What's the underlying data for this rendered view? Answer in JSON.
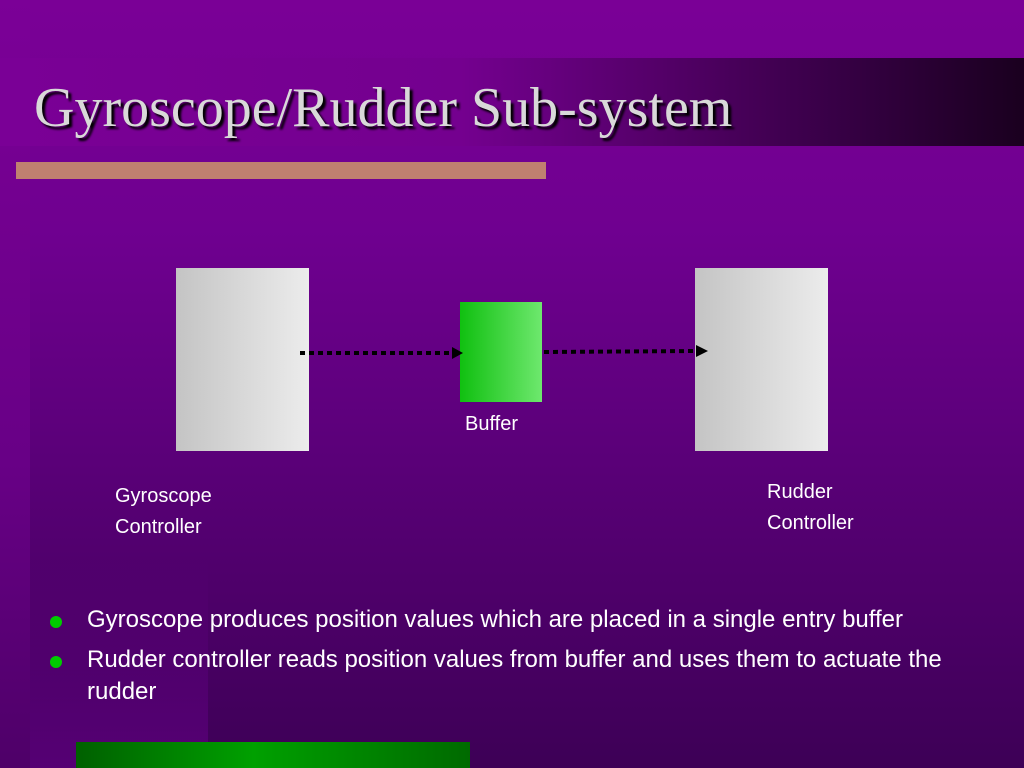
{
  "slide": {
    "title": "Gyroscope/Rudder Sub-system"
  },
  "diagram": {
    "gyroscope_label_line1": "Gyroscope",
    "gyroscope_label_line2": "Controller",
    "buffer_label": "Buffer",
    "rudder_label_line1": "Rudder",
    "rudder_label_line2": "Controller"
  },
  "bullets": [
    "Gyroscope produces position values which are placed in a single entry buffer",
    "Rudder controller reads position values from buffer and uses them to actuate the rudder"
  ],
  "colors": {
    "background": "#6a0188",
    "title_text": "#d9d9d9",
    "title_rule": "#c08070",
    "buffer_green": "#10c010",
    "bullet_green": "#00cc00",
    "controller_gray": "#dcdcdc"
  }
}
